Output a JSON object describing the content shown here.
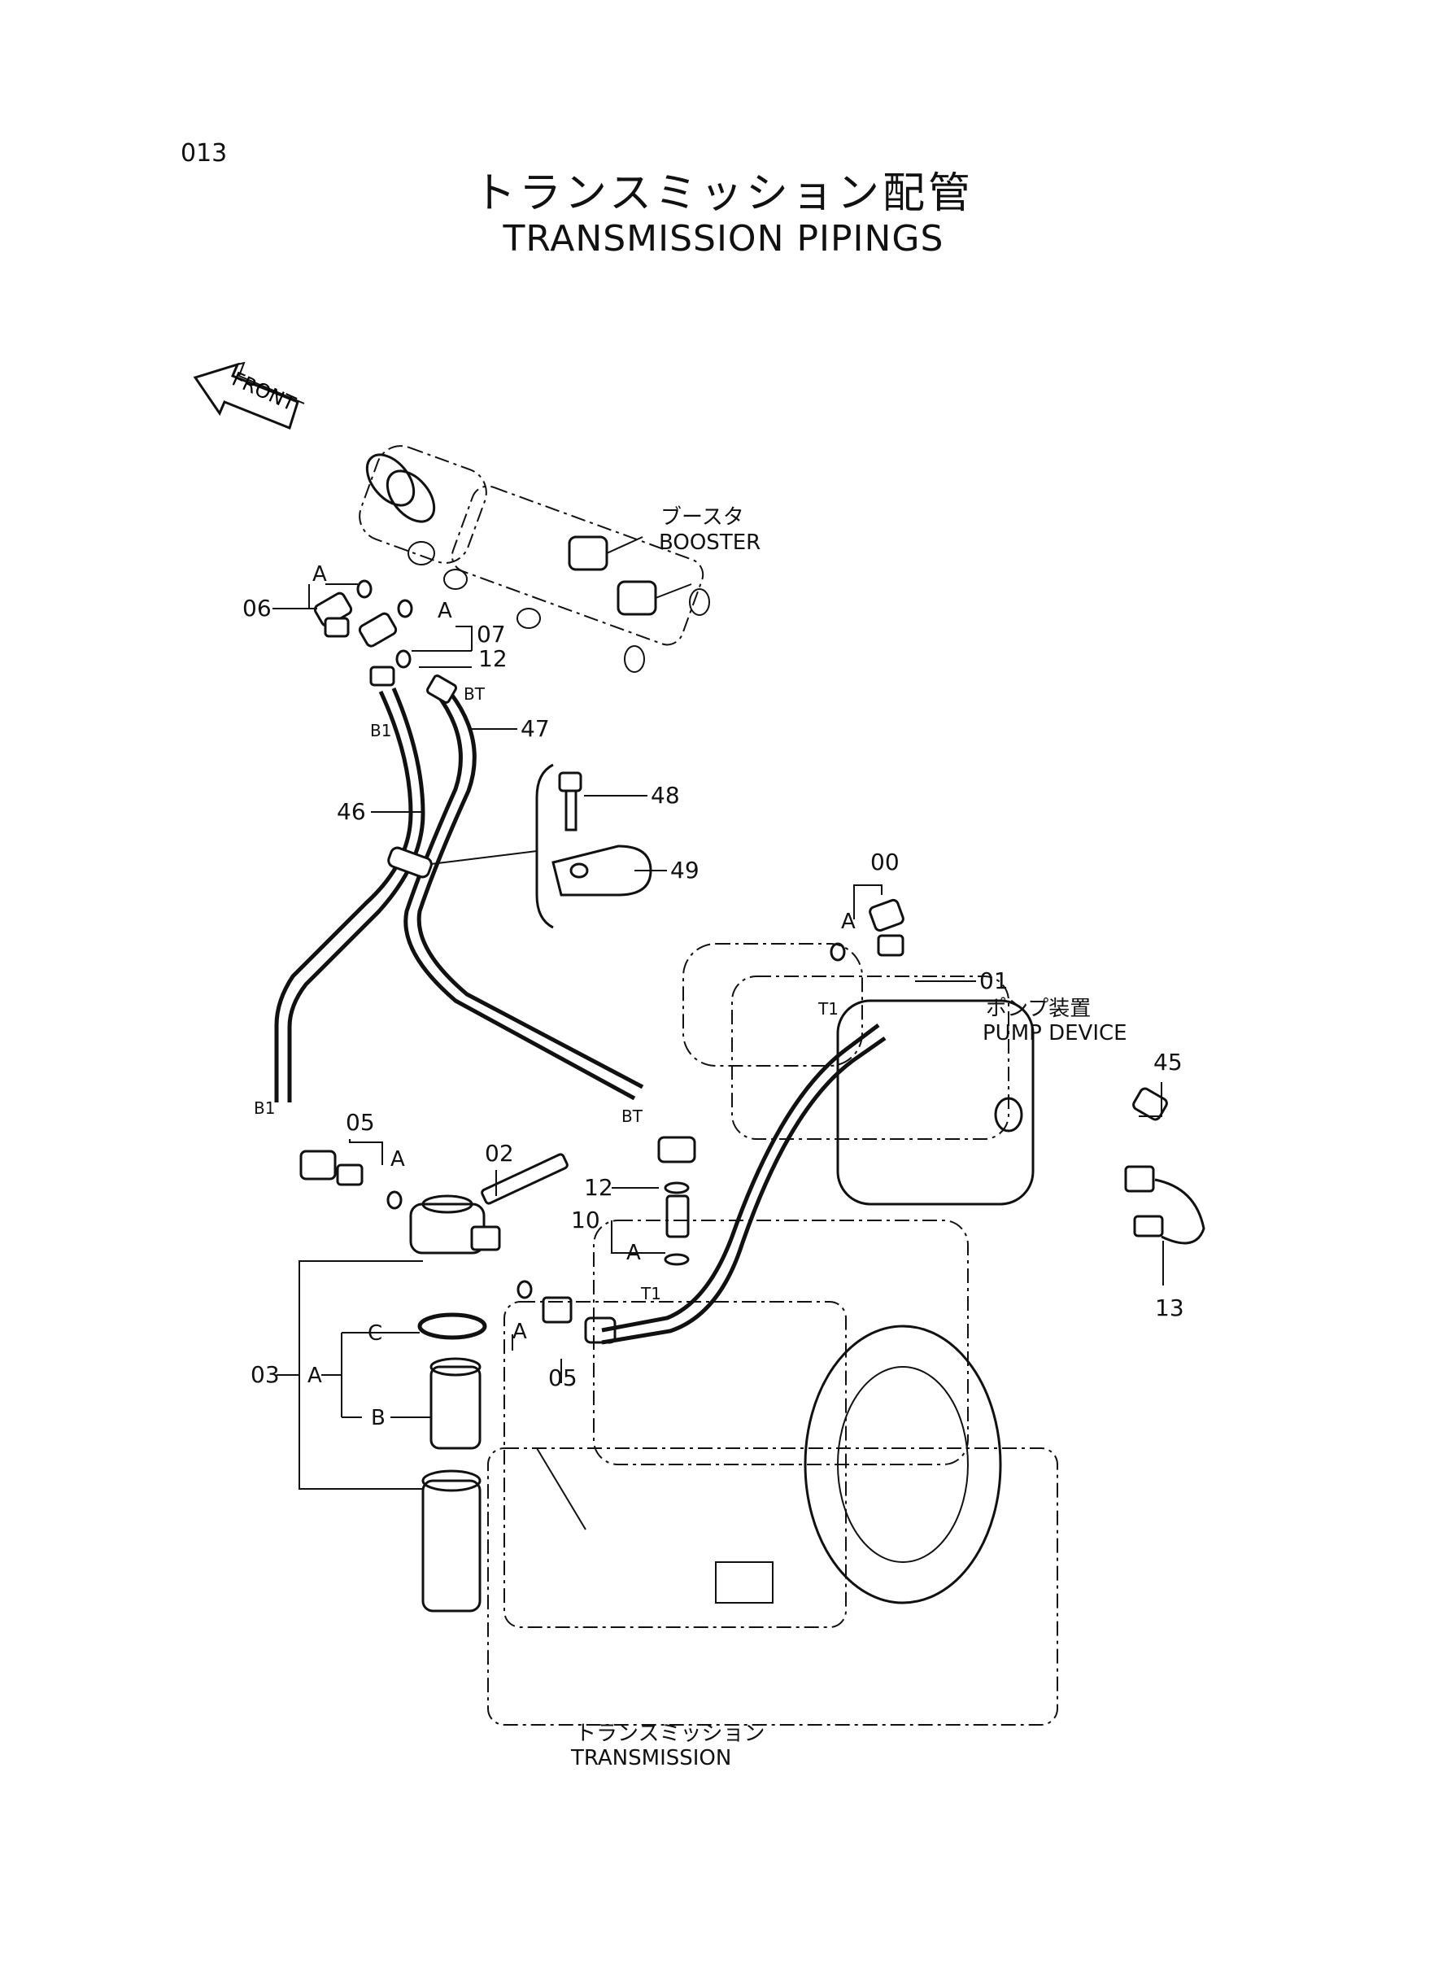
{
  "page_number": "013",
  "title": {
    "ja": "トランスミッション配管",
    "en": "TRANSMISSION  PIPINGS"
  },
  "direction_arrow": {
    "label": "FRONT",
    "icon": "front-arrow-icon"
  },
  "components": {
    "booster": {
      "ja": "ブースタ",
      "en": "BOOSTER"
    },
    "pump_device": {
      "ja": "ポンプ装置",
      "en": "PUMP  DEVICE"
    },
    "transmission": {
      "ja": "トランスミッション",
      "en": "TRANSMISSION"
    }
  },
  "part_callouts": [
    {
      "id": "p06",
      "label": "06"
    },
    {
      "id": "p07",
      "label": "07"
    },
    {
      "id": "p12a",
      "label": "12"
    },
    {
      "id": "p47",
      "label": "47"
    },
    {
      "id": "p46",
      "label": "46"
    },
    {
      "id": "p48",
      "label": "48"
    },
    {
      "id": "p49",
      "label": "49"
    },
    {
      "id": "p00",
      "label": "00"
    },
    {
      "id": "p01",
      "label": "01"
    },
    {
      "id": "p45",
      "label": "45"
    },
    {
      "id": "p05a",
      "label": "05"
    },
    {
      "id": "p02",
      "label": "02"
    },
    {
      "id": "p12b",
      "label": "12"
    },
    {
      "id": "p10",
      "label": "10"
    },
    {
      "id": "p03",
      "label": "03"
    },
    {
      "id": "p05b",
      "label": "05"
    },
    {
      "id": "p13",
      "label": "13"
    }
  ],
  "sub_labels": {
    "a": "A",
    "b": "B",
    "c": "C",
    "bt": "BT",
    "b1": "B1",
    "t1": "T1"
  }
}
